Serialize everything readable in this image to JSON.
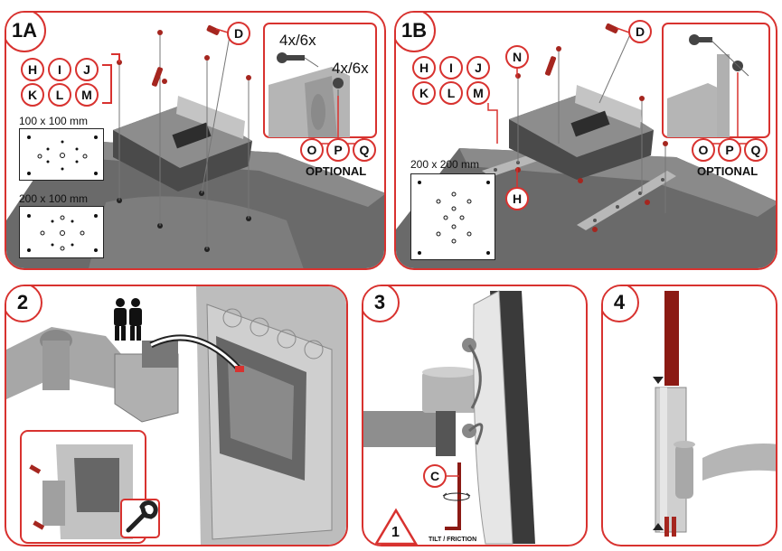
{
  "panel_1a": {
    "step": "1A",
    "labels": [
      "H",
      "I",
      "J",
      "K",
      "L",
      "M"
    ],
    "screw_label": "D",
    "vesa_1": "100 x 100 mm",
    "vesa_2": "200 x 100 mm",
    "inset_qty_1": "4x/6x",
    "inset_qty_2": "4x/6x",
    "optional_labels": [
      "O",
      "P",
      "Q"
    ],
    "optional_text": "OPTIONAL"
  },
  "panel_1b": {
    "step": "1B",
    "labels": [
      "H",
      "I",
      "J",
      "K",
      "L",
      "M"
    ],
    "screw_label": "D",
    "n_label": "N",
    "h_label": "H",
    "vesa": "200 x 200 mm",
    "optional_labels": [
      "O",
      "P",
      "Q"
    ],
    "optional_text": "OPTIONAL"
  },
  "panel_2": {
    "step": "2"
  },
  "panel_3": {
    "step": "3",
    "c_label": "C",
    "warning_number": "1",
    "tilt_text": "TILT / FRICTION"
  },
  "panel_4": {
    "step": "4"
  },
  "colors": {
    "accent": "#d8322f",
    "dark_red": "#8b1a14",
    "grey": "#b9b9b9",
    "dark": "#3c3c3c"
  }
}
